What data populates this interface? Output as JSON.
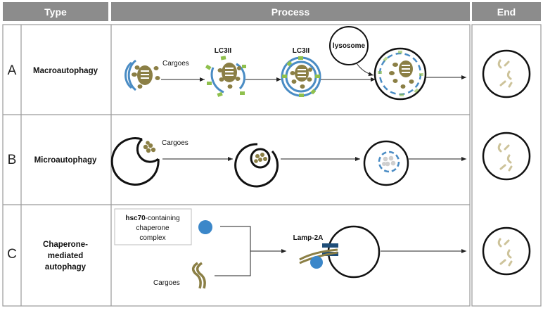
{
  "header": {
    "type": "Type",
    "process": "Process",
    "end": "End"
  },
  "rows": [
    {
      "letter": "A",
      "name_lines": [
        "Macroautophagy"
      ]
    },
    {
      "letter": "B",
      "name_lines": [
        "Microautophagy"
      ]
    },
    {
      "letter": "C",
      "name_lines": [
        "Chaperone-",
        "mediated",
        "autophagy"
      ]
    }
  ],
  "labels": {
    "cargoes": "Cargoes",
    "lc3ii": "LC3II",
    "lysosome": "lysosome",
    "lamp2a": "Lamp-2A",
    "hsc70_bold": "hsc70",
    "hsc70_rest": "-containing",
    "chaperone": "chaperone",
    "complex": "complex"
  },
  "colors": {
    "header_bg": "#8c8c8c",
    "cargo": "#8b7f45",
    "membrane_blue": "#4a8cc4",
    "lc3_green": "#8fc04d",
    "protein_blue": "#3b87c9",
    "lamp_navy": "#1f4e79",
    "end_fragments": "#cdc39a",
    "grey_dots": "#cfcfcf",
    "grid": "#9a9a9a"
  }
}
